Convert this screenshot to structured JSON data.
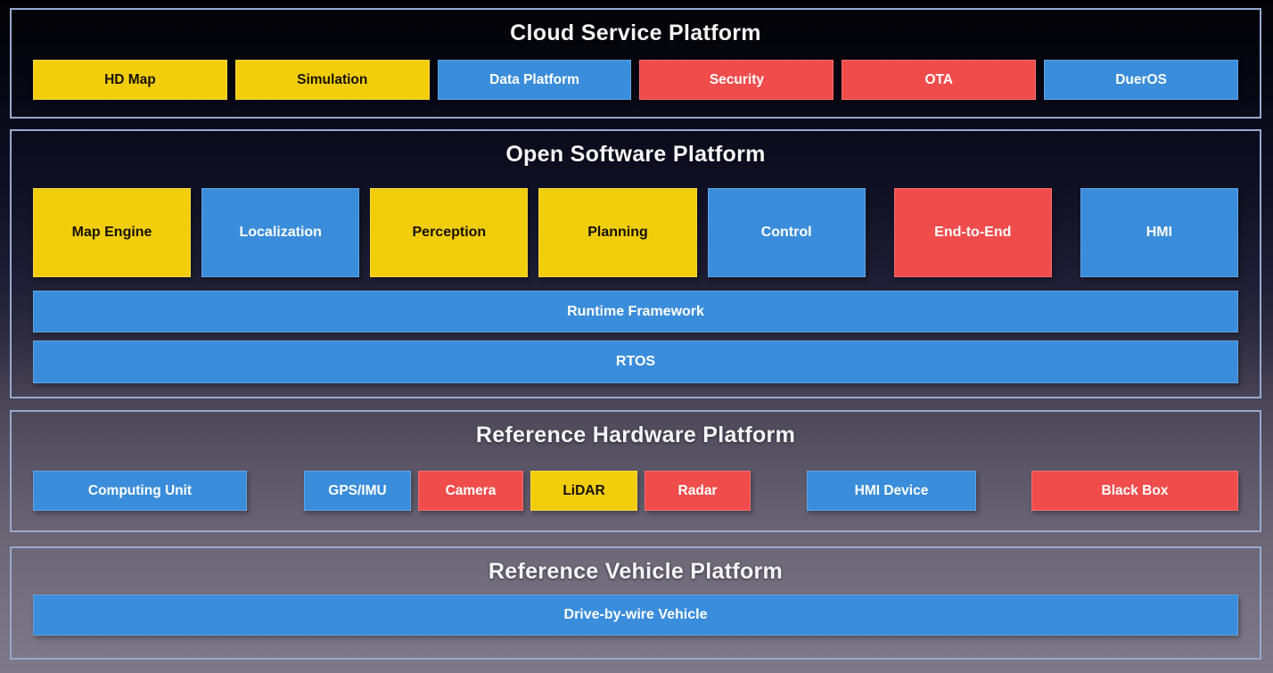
{
  "colors": {
    "yellow": "#F2CD0C",
    "blue": "#3A8DDB",
    "red": "#F04C4B",
    "section_border": "#96A9CE"
  },
  "sections": {
    "cloud": {
      "title": "Cloud Service Platform",
      "boxes": [
        {
          "label": "HD Map",
          "color": "yellow"
        },
        {
          "label": "Simulation",
          "color": "yellow"
        },
        {
          "label": "Data Platform",
          "color": "blue"
        },
        {
          "label": "Security",
          "color": "red"
        },
        {
          "label": "OTA",
          "color": "red"
        },
        {
          "label": "DuerOS",
          "color": "blue"
        }
      ]
    },
    "software": {
      "title": "Open Software Platform",
      "modules": [
        {
          "label": "Map Engine",
          "color": "yellow"
        },
        {
          "label": "Localization",
          "color": "blue"
        },
        {
          "label": "Perception",
          "color": "yellow"
        },
        {
          "label": "Planning",
          "color": "yellow"
        },
        {
          "label": "Control",
          "color": "blue"
        },
        {
          "label": "End-to-End",
          "color": "red"
        },
        {
          "label": "HMI",
          "color": "blue"
        }
      ],
      "bars": [
        {
          "label": "Runtime Framework",
          "color": "blue"
        },
        {
          "label": "RTOS",
          "color": "blue"
        }
      ]
    },
    "hardware": {
      "title": "Reference Hardware Platform",
      "boxes": [
        {
          "label": "Computing Unit",
          "color": "blue"
        },
        {
          "label": "GPS/IMU",
          "color": "blue"
        },
        {
          "label": "Camera",
          "color": "red"
        },
        {
          "label": "LiDAR",
          "color": "yellow"
        },
        {
          "label": "Radar",
          "color": "red"
        },
        {
          "label": "HMI Device",
          "color": "blue"
        },
        {
          "label": "Black Box",
          "color": "red"
        }
      ]
    },
    "vehicle": {
      "title": "Reference Vehicle Platform",
      "bars": [
        {
          "label": "Drive-by-wire Vehicle",
          "color": "blue"
        }
      ]
    }
  }
}
